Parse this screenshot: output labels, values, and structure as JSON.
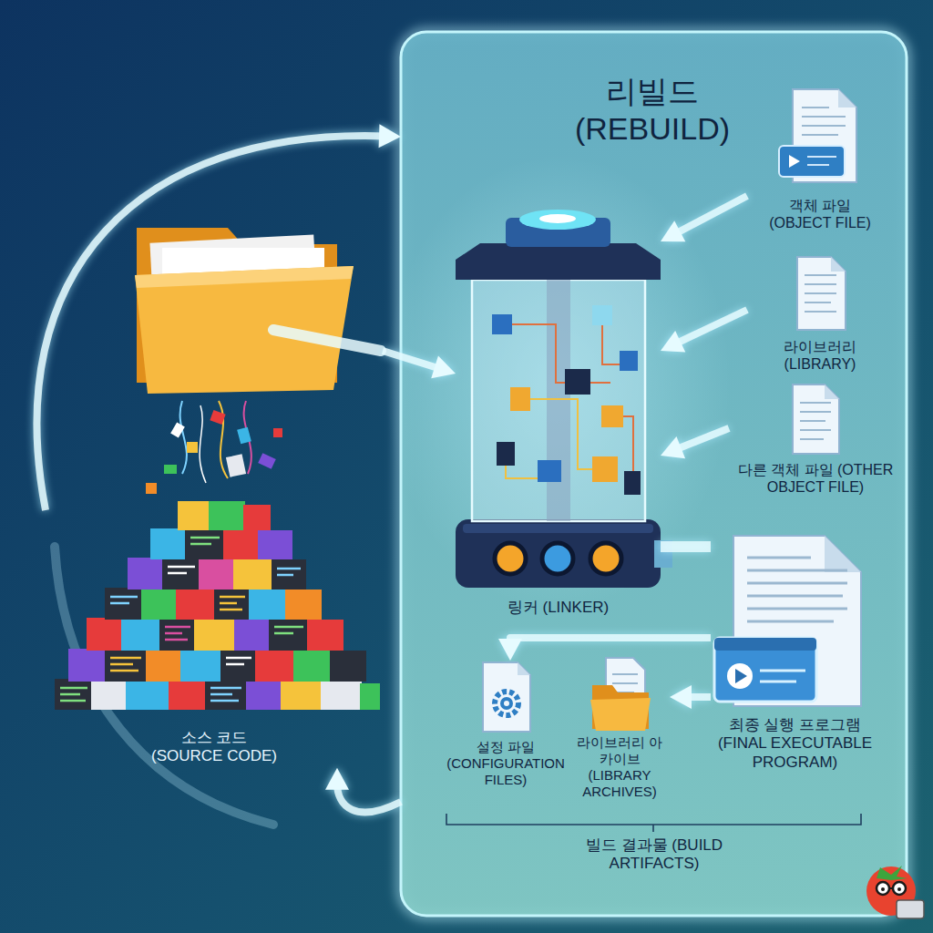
{
  "diagram": {
    "nodes": [
      {
        "text": [
          "리빌드 (REBUILD)"
        ]
      },
      {
        "text": [
          "링커 (LINKER)"
        ],
        "in": 0
      },
      {
        "text": [
          "객체 파일 (OBJECT FILE)"
        ],
        "in": 0
      },
      {
        "text": [
          "라이브러리 (LIBRARY)"
        ],
        "in": 0
      },
      {
        "text": [
          "다른 객체 파일 (OTHER OBJECT FILE)"
        ],
        "in": 0
      },
      {
        "text": [
          "최종 실행 프로그램 (FINAL EXECUTABLE PROGRAM)"
        ],
        "in": 0
      },
      {
        "text": [
          "설정 파일 (CONFIGURATION FILES)"
        ],
        "in": 0
      },
      {
        "text": [
          "라이브러리 아카이브 (LIBRARY ARCHIVES)"
        ],
        "in": 0
      },
      {
        "text": [
          "소스 코드 (SOURCE CODE)"
        ]
      }
    ],
    "edges": [
      {
        "from": 2,
        "to": 1,
        "arrow": "to"
      },
      {
        "from": 3,
        "to": 1,
        "arrow": "to"
      },
      {
        "from": 4,
        "to": 1,
        "arrow": "to"
      },
      {
        "from": 1,
        "to": 5,
        "arrow": "none"
      },
      {
        "from": 5,
        "to": 6,
        "arrow": "to"
      },
      {
        "from": 5,
        "to": 7,
        "arrow": "to"
      },
      {
        "from": 8,
        "to": 1,
        "arrow": "to"
      },
      {
        "from": 8,
        "to": 0,
        "arrow": "to"
      },
      {
        "from": 0,
        "to": 8,
        "arrow": "to"
      }
    ],
    "labels": [
      "빌드 결과물 (BUILD ARTIFACTS)"
    ]
  }
}
